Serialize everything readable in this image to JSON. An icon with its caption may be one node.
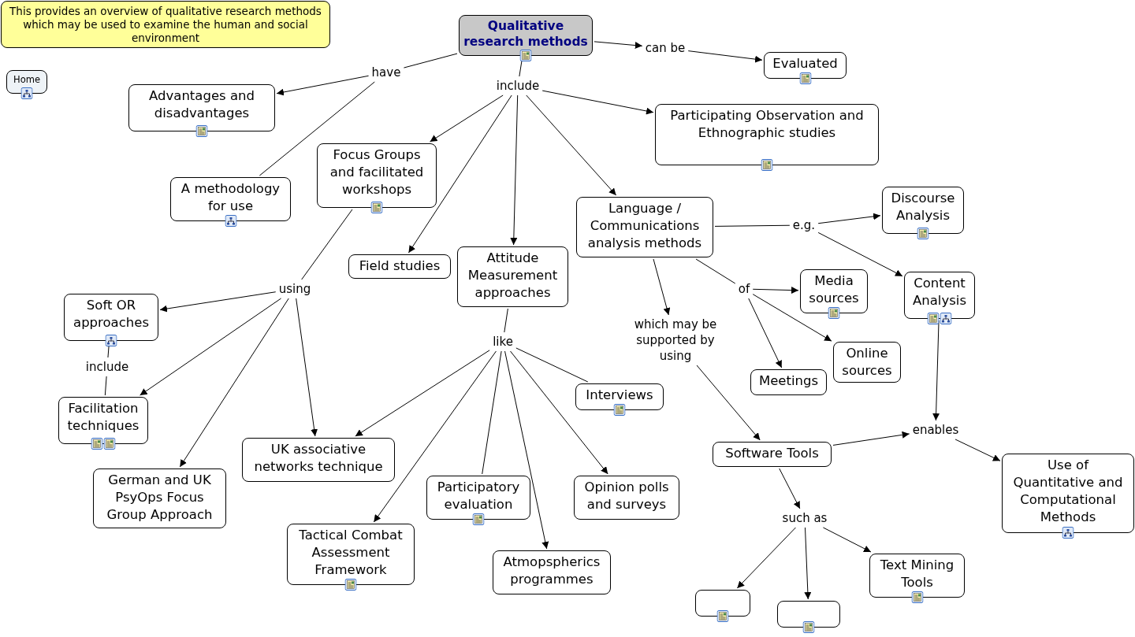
{
  "diagram": {
    "nodes": [
      {
        "text": [
          "This provides an overview of qualitative research methods which may be used to examine the human and social environment"
        ]
      },
      {
        "text": [
          "Home"
        ]
      },
      {
        "text": [
          "Qualitative research methods"
        ]
      },
      {
        "text": [
          "can be"
        ]
      },
      {
        "text": [
          "Evaluated"
        ]
      },
      {
        "text": [
          "have"
        ]
      },
      {
        "text": [
          "Advantages and disadvantages"
        ]
      },
      {
        "text": [
          "A methodology for use"
        ]
      },
      {
        "text": [
          "include"
        ]
      },
      {
        "text": [
          "Focus Groups and facilitated workshops"
        ]
      },
      {
        "text": [
          "Participating Observation and Ethnographic studies"
        ]
      },
      {
        "text": [
          "Language / Communications analysis methods"
        ]
      },
      {
        "text": [
          "Field studies"
        ]
      },
      {
        "text": [
          "Attitude Measurement approaches"
        ]
      },
      {
        "text": [
          "Discourse Analysis"
        ]
      },
      {
        "text": [
          "e.g."
        ]
      },
      {
        "text": [
          "Content Analysis"
        ]
      },
      {
        "text": [
          "using"
        ]
      },
      {
        "text": [
          "Soft OR approaches"
        ]
      },
      {
        "text": [
          "include"
        ]
      },
      {
        "text": [
          "Facilitation techniques"
        ]
      },
      {
        "text": [
          "of"
        ]
      },
      {
        "text": [
          "Media sources"
        ]
      },
      {
        "text": [
          "Online sources"
        ]
      },
      {
        "text": [
          "Meetings"
        ]
      },
      {
        "text": [
          "which may be supported by using"
        ]
      },
      {
        "text": [
          "like"
        ]
      },
      {
        "text": [
          "Interviews"
        ]
      },
      {
        "text": [
          "UK associative networks technique"
        ]
      },
      {
        "text": [
          "German and UK PsyOps Focus Group Approach"
        ]
      },
      {
        "text": [
          "Participatory evaluation"
        ]
      },
      {
        "text": [
          "Opinion polls and surveys"
        ]
      },
      {
        "text": [
          "Tactical Combat Assessment Framework"
        ]
      },
      {
        "text": [
          "Atmopspherics programmes"
        ]
      },
      {
        "text": [
          "Software Tools"
        ]
      },
      {
        "text": [
          "enables"
        ]
      },
      {
        "text": [
          "Use of Quantitative and Computational Methods"
        ]
      },
      {
        "text": [
          "such as"
        ]
      },
      {
        "text": [],
        "shape": "box"
      },
      {
        "text": [],
        "shape": "box"
      },
      {
        "text": [
          "Text Mining Tools"
        ]
      }
    ],
    "edges": [
      {
        "from": 2,
        "to": 3,
        "arrow": "to"
      },
      {
        "from": 3,
        "to": 4,
        "arrow": "to"
      },
      {
        "from": 2,
        "to": 5,
        "arrow": "none"
      },
      {
        "from": 5,
        "to": 6,
        "arrow": "to"
      },
      {
        "from": 5,
        "to": 7,
        "arrow": "none"
      },
      {
        "from": 2,
        "to": 8,
        "arrow": "none"
      },
      {
        "from": 8,
        "to": 9,
        "arrow": "to"
      },
      {
        "from": 8,
        "to": 10,
        "arrow": "to"
      },
      {
        "from": 8,
        "to": 11,
        "arrow": "to"
      },
      {
        "from": 8,
        "to": 12,
        "arrow": "to"
      },
      {
        "from": 8,
        "to": 13,
        "arrow": "to"
      },
      {
        "from": 11,
        "to": 15,
        "arrow": "none"
      },
      {
        "from": 15,
        "to": 14,
        "arrow": "to"
      },
      {
        "from": 15,
        "to": 16,
        "arrow": "to"
      },
      {
        "from": 9,
        "to": 17,
        "arrow": "none"
      },
      {
        "from": 17,
        "to": 18,
        "arrow": "to"
      },
      {
        "from": 17,
        "to": 20,
        "arrow": "to"
      },
      {
        "from": 17,
        "to": 29,
        "arrow": "to"
      },
      {
        "from": 17,
        "to": 28,
        "arrow": "to"
      },
      {
        "from": 18,
        "to": 19,
        "arrow": "none"
      },
      {
        "from": 19,
        "to": 20,
        "arrow": "none"
      },
      {
        "from": 11,
        "to": 21,
        "arrow": "none"
      },
      {
        "from": 21,
        "to": 22,
        "arrow": "to"
      },
      {
        "from": 21,
        "to": 23,
        "arrow": "to"
      },
      {
        "from": 21,
        "to": 24,
        "arrow": "to"
      },
      {
        "from": 11,
        "to": 25,
        "arrow": "to"
      },
      {
        "from": 25,
        "to": 34,
        "arrow": "to"
      },
      {
        "from": 13,
        "to": 26,
        "arrow": "none"
      },
      {
        "from": 26,
        "to": 27,
        "arrow": "none"
      },
      {
        "from": 26,
        "to": 28,
        "arrow": "to"
      },
      {
        "from": 26,
        "to": 30,
        "arrow": "none"
      },
      {
        "from": 26,
        "to": 31,
        "arrow": "to"
      },
      {
        "from": 26,
        "to": 32,
        "arrow": "to"
      },
      {
        "from": 26,
        "to": 33,
        "arrow": "to"
      },
      {
        "from": 16,
        "to": 35,
        "arrow": "to"
      },
      {
        "from": 34,
        "to": 35,
        "arrow": "to"
      },
      {
        "from": 35,
        "to": 36,
        "arrow": "to"
      },
      {
        "from": 34,
        "to": 37,
        "arrow": "to"
      },
      {
        "from": 37,
        "to": 38,
        "arrow": "to"
      },
      {
        "from": 37,
        "to": 39,
        "arrow": "to"
      },
      {
        "from": 37,
        "to": 40,
        "arrow": "to"
      }
    ]
  }
}
